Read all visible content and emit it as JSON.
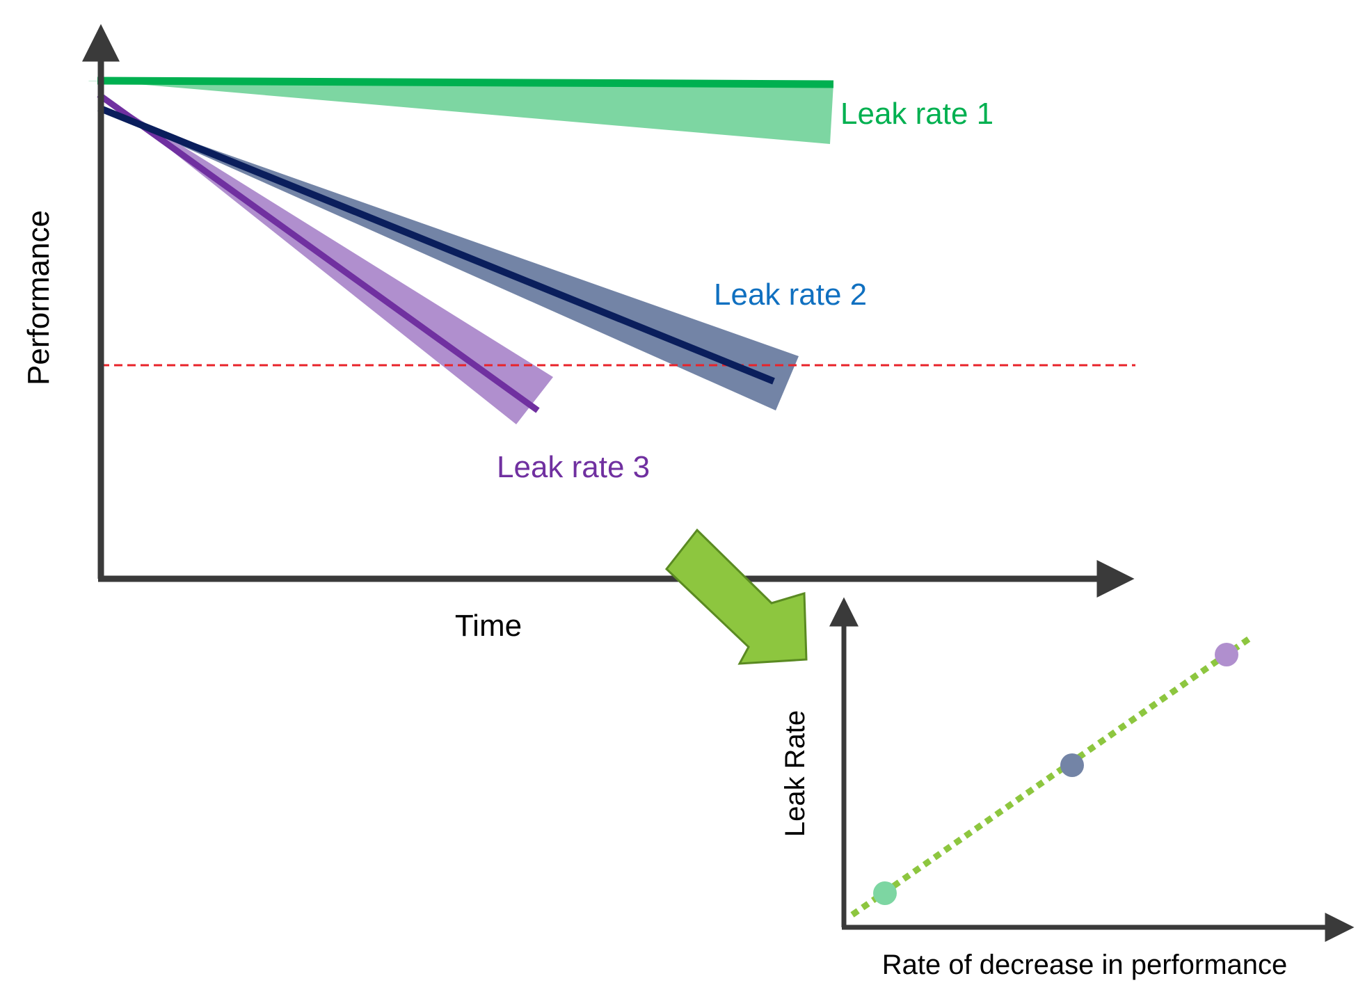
{
  "main_chart": {
    "x_label": "Time",
    "y_label": "Performance",
    "series": [
      {
        "label": "Leak rate 1",
        "line_color": "#00b050",
        "band_color": "#7dd6a2",
        "label_color": "#00b050"
      },
      {
        "label": "Leak rate 2",
        "line_color": "#0a1e5c",
        "band_color": "#7384a6",
        "label_color": "#1070c0"
      },
      {
        "label": "Leak rate 3",
        "line_color": "#7030a0",
        "band_color": "#b08fce",
        "label_color": "#7030a0"
      }
    ],
    "threshold_color": "#e8232a",
    "axis_color": "#3a3a3a"
  },
  "arrow": {
    "fill": "#8dc63f",
    "stroke": "#5a8a22"
  },
  "inset_chart": {
    "x_label": "Rate of decrease in performance",
    "y_label": "Leak Rate",
    "trend_color": "#8dc63f",
    "points": [
      {
        "color": "#7dd6a2"
      },
      {
        "color": "#7384a6"
      },
      {
        "color": "#b08fce"
      }
    ]
  }
}
